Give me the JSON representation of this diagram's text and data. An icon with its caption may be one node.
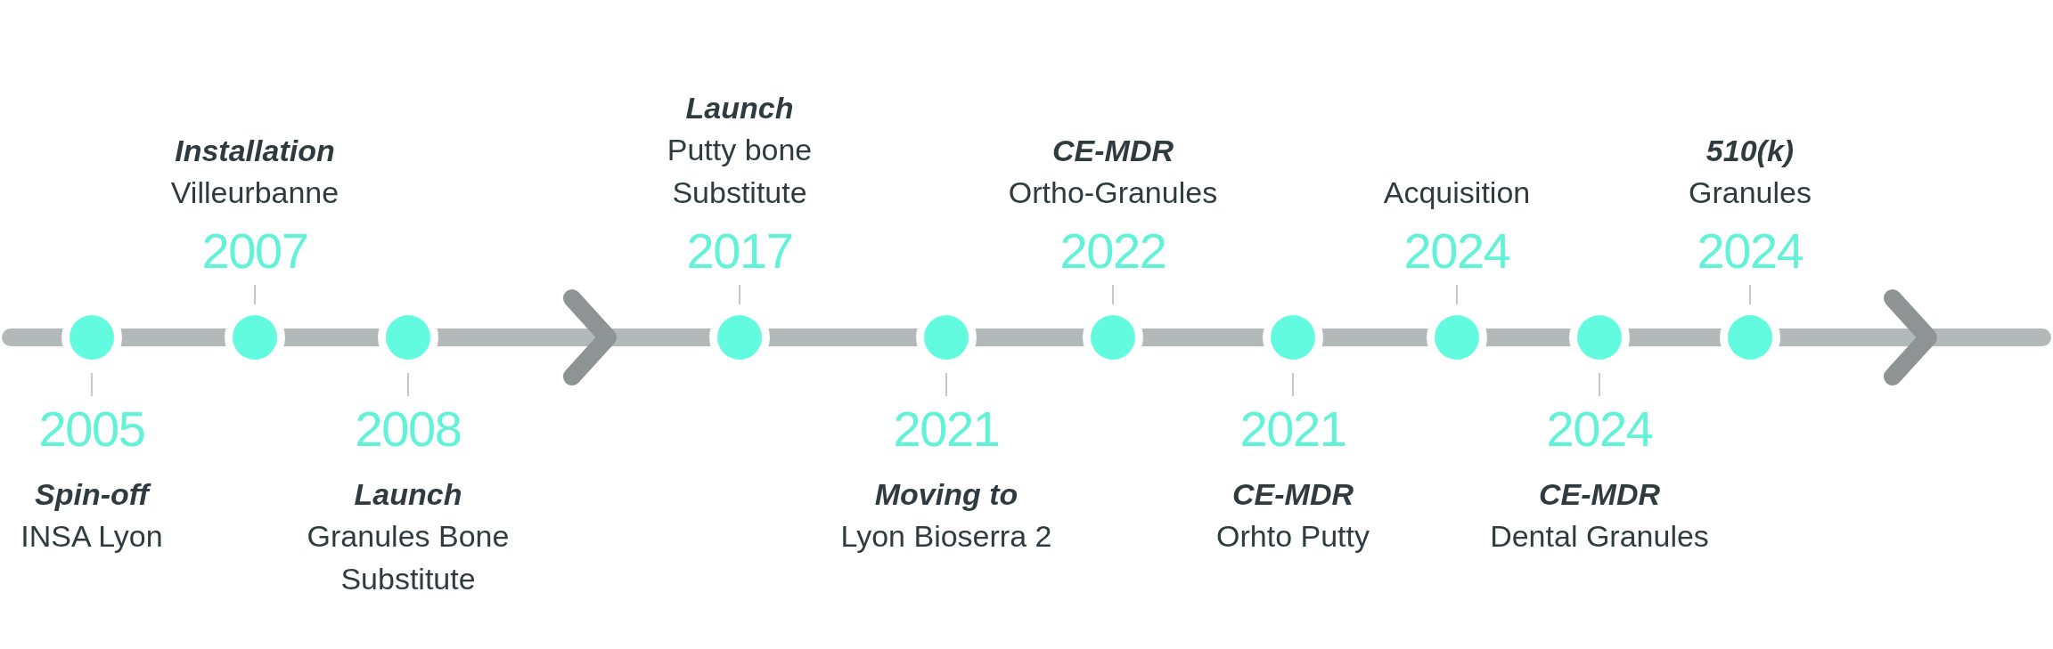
{
  "diagram": {
    "nodes": [
      {
        "text": [],
        "shape": "circle",
        "beside": [
          "2005",
          "Spin-off",
          "INSA Lyon"
        ]
      },
      {
        "text": [],
        "shape": "circle",
        "beside": [
          "2007",
          "Installation",
          "Villeurbanne"
        ]
      },
      {
        "text": [],
        "shape": "circle",
        "beside": [
          "2008",
          "Launch",
          "Granules Bone Substitute"
        ]
      },
      {
        "text": [],
        "shape": "circle",
        "beside": [
          "2017",
          "Launch",
          "Putty bone Substitute"
        ]
      },
      {
        "text": [],
        "shape": "circle",
        "beside": [
          "2021",
          "Moving to",
          "Lyon Bioserra 2"
        ]
      },
      {
        "text": [],
        "shape": "circle",
        "beside": [
          "2022",
          "CE-MDR",
          "Ortho-Granules"
        ]
      },
      {
        "text": [],
        "shape": "circle",
        "beside": [
          "2021",
          "CE-MDR",
          "Orhto Putty"
        ]
      },
      {
        "text": [],
        "shape": "circle",
        "beside": [
          "2024",
          "Acquisition"
        ]
      },
      {
        "text": [],
        "shape": "circle",
        "beside": [
          "2024",
          "CE-MDR",
          "Dental Granules"
        ]
      },
      {
        "text": [],
        "shape": "circle",
        "beside": [
          "2024",
          "510(k)",
          "Granules"
        ]
      }
    ],
    "edges": []
  }
}
